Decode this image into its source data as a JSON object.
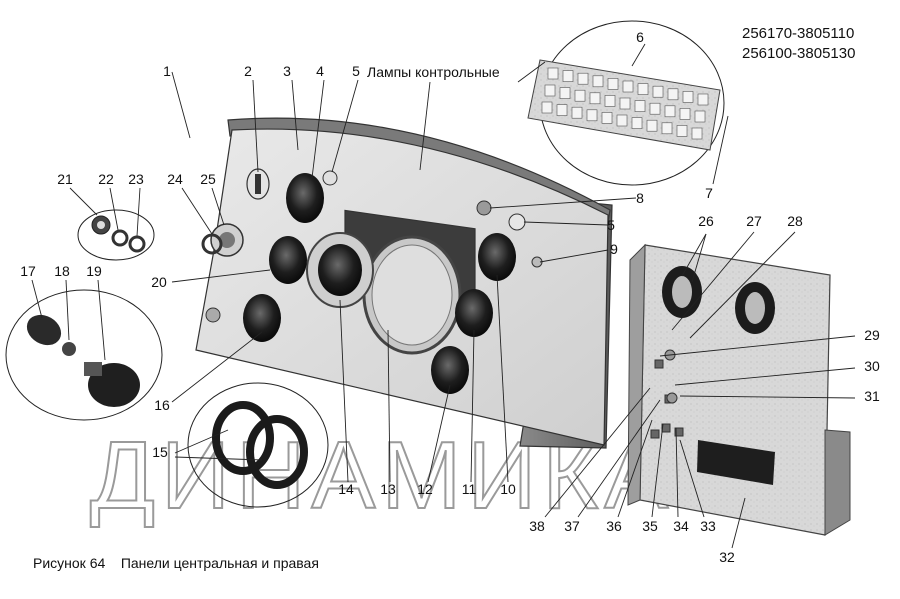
{
  "codes": [
    "256170-3805110",
    "256100-3805130"
  ],
  "lamp_title": "Лампы контрольные",
  "caption": "Рисунок 64    Панели центральная и правая",
  "watermark": "ДИНАМИКА",
  "labels": [
    "1",
    "2",
    "3",
    "4",
    "5",
    "6",
    "7",
    "8",
    "5",
    "9",
    "21",
    "22",
    "23",
    "24",
    "25",
    "17",
    "18",
    "19",
    "20",
    "16",
    "15",
    "14",
    "13",
    "12",
    "11",
    "10",
    "26",
    "27",
    "28",
    "29",
    "30",
    "31",
    "38",
    "37",
    "36",
    "35",
    "34",
    "33",
    "32"
  ]
}
